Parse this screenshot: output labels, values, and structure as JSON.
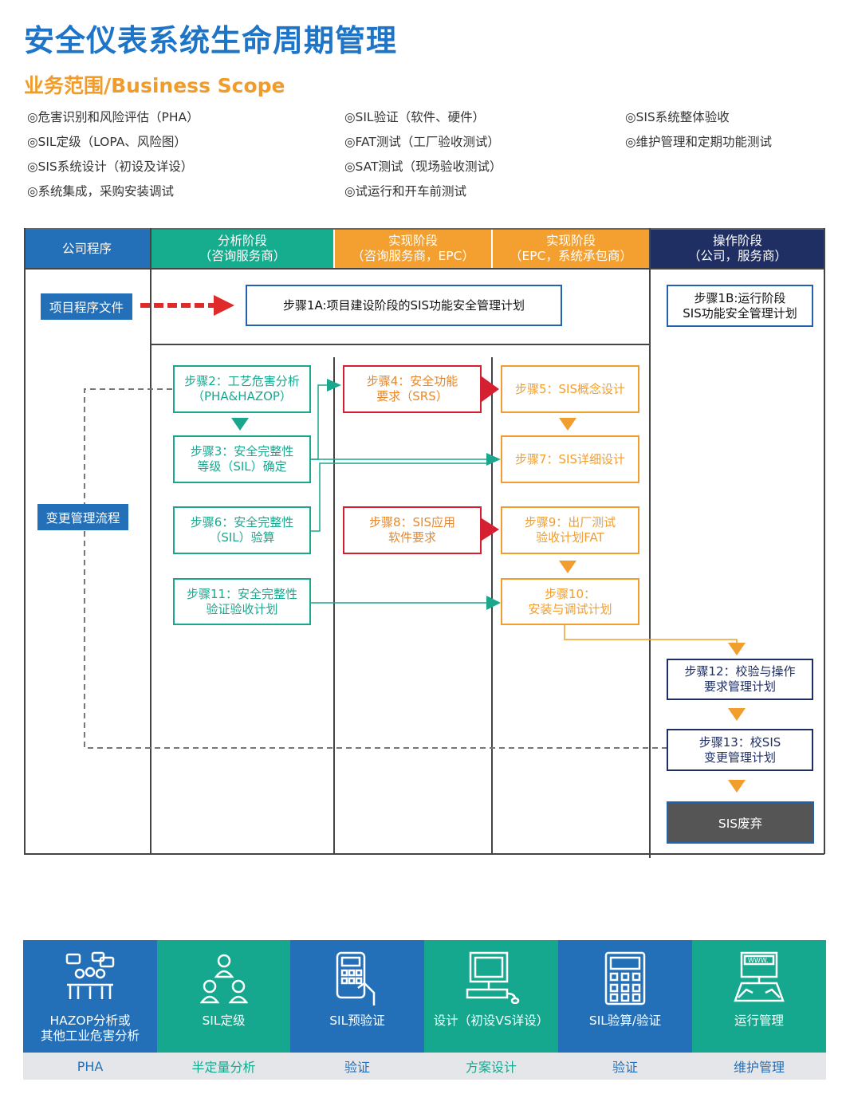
{
  "title": "安全仪表系统生命周期管理",
  "subtitle": "业务范围/Business Scope",
  "scope": {
    "col1": [
      "◎危害识别和风险评估（PHA）",
      "◎SIL定级（LOPA、风险图）",
      "◎SIS系统设计（初设及详设）",
      "◎系统集成，采购安装调试"
    ],
    "col2": [
      "◎SIL验证（软件、硬件）",
      "◎FAT测试（工厂验收测试）",
      "◎SAT测试（现场验收测试）",
      "◎试运行和开车前测试"
    ],
    "col3": [
      "◎SIS系统整体验收",
      "◎维护管理和定期功能测试"
    ]
  },
  "headers": {
    "company": "公司程序",
    "analysis": [
      "分析阶段",
      "（咨询服务商）"
    ],
    "impl1": [
      "实现阶段",
      "（咨询服务商，EPC）"
    ],
    "impl2": [
      "实现阶段",
      "（EPC，系统承包商）"
    ],
    "ops": [
      "操作阶段",
      "（公司，服务商）"
    ]
  },
  "labels": {
    "project_docs": "项目程序文件",
    "change_mgmt": "变更管理流程"
  },
  "steps": {
    "s1a": "步骤1A:项目建设阶段的SIS功能安全管理计划",
    "s1b": [
      "步骤1B:运行阶段",
      "SIS功能安全管理计划"
    ],
    "s2": [
      "步骤2：工艺危害分析",
      "（PHA&HAZOP）"
    ],
    "s3": [
      "步骤3：安全完整性",
      "等级（SIL）确定"
    ],
    "s4": [
      "步骤4：安全功能",
      "要求（SRS）"
    ],
    "s5": "步骤5：SIS概念设计",
    "s6": [
      "步骤6：安全完整性",
      "（SIL）验算"
    ],
    "s7": "步骤7：SIS详细设计",
    "s8": [
      "步骤8：SIS应用",
      "软件要求"
    ],
    "s9": [
      "步骤9：出厂测试",
      "验收计划FAT"
    ],
    "s10": [
      "步骤10：",
      "安装与调试计划"
    ],
    "s11": [
      "步骤11：安全完整性",
      "验证验收计划"
    ],
    "s12": [
      "步骤12：校验与操作",
      "要求管理计划"
    ],
    "s13": [
      "步骤13：校SIS",
      "变更管理计划"
    ],
    "scrap": "SIS废弃"
  },
  "tiles": [
    {
      "label": [
        "HAZOP分析或",
        "其他工业危害分析"
      ],
      "sub": "PHA",
      "icon": "meeting-icon",
      "color": "#2470b8",
      "sub_color": "#2470b8"
    },
    {
      "label": [
        "SIL定级"
      ],
      "sub": "半定量分析",
      "icon": "people-hierarchy-icon",
      "color": "#15a88e",
      "sub_color": "#15a88e"
    },
    {
      "label": [
        "SIL预验证"
      ],
      "sub": "验证",
      "icon": "handheld-device-icon",
      "color": "#2470b8",
      "sub_color": "#2470b8"
    },
    {
      "label": [
        "设计（初设VS详设）"
      ],
      "sub": "方案设计",
      "icon": "computer-icon",
      "color": "#15a88e",
      "sub_color": "#15a88e"
    },
    {
      "label": [
        "SIL验算/验证"
      ],
      "sub": "验证",
      "icon": "calculator-icon",
      "color": "#2470b8",
      "sub_color": "#2470b8"
    },
    {
      "label": [
        "运行管理"
      ],
      "sub": "维护管理",
      "icon": "typing-computer-icon",
      "color": "#15a88e",
      "sub_color": "#2470b8"
    }
  ],
  "colors": {
    "title": "#1e74c6",
    "subtitle": "#f19c2a",
    "company_header": "#2470b8",
    "analysis_header": "#16ac8e",
    "impl_header": "#f4a031",
    "ops_header": "#1f2e63",
    "green": "#1aa78e",
    "orange": "#f29e2e",
    "red": "#d42030",
    "navy": "#1f2e63"
  }
}
